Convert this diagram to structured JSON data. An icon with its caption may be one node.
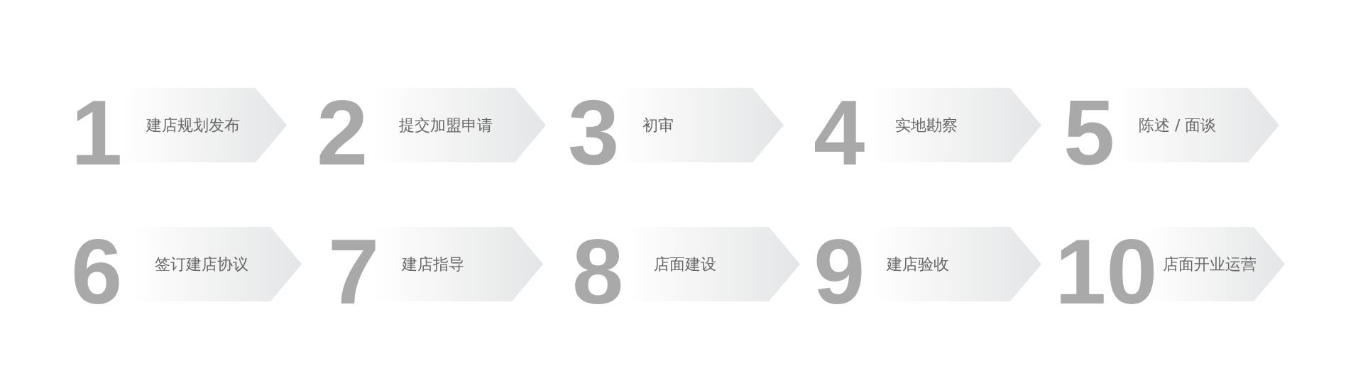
{
  "diagram": {
    "nodes": [
      {
        "text": [
          "建店规划发布"
        ],
        "beside": [
          "1"
        ]
      },
      {
        "text": [
          "提交加盟申请"
        ],
        "beside": [
          "2"
        ]
      },
      {
        "text": [
          "初审"
        ],
        "beside": [
          "3"
        ]
      },
      {
        "text": [
          "实地勘察"
        ],
        "beside": [
          "4"
        ]
      },
      {
        "text": [
          "陈述 / 面谈"
        ],
        "beside": [
          "5"
        ]
      },
      {
        "text": [
          "签订建店协议"
        ],
        "beside": [
          "6"
        ]
      },
      {
        "text": [
          "建店指导"
        ],
        "beside": [
          "7"
        ]
      },
      {
        "text": [
          "店面建设"
        ],
        "beside": [
          "8"
        ]
      },
      {
        "text": [
          "建店验收"
        ],
        "beside": [
          "9"
        ]
      },
      {
        "text": [
          "店面开业运营"
        ],
        "beside": [
          "10"
        ]
      }
    ]
  }
}
